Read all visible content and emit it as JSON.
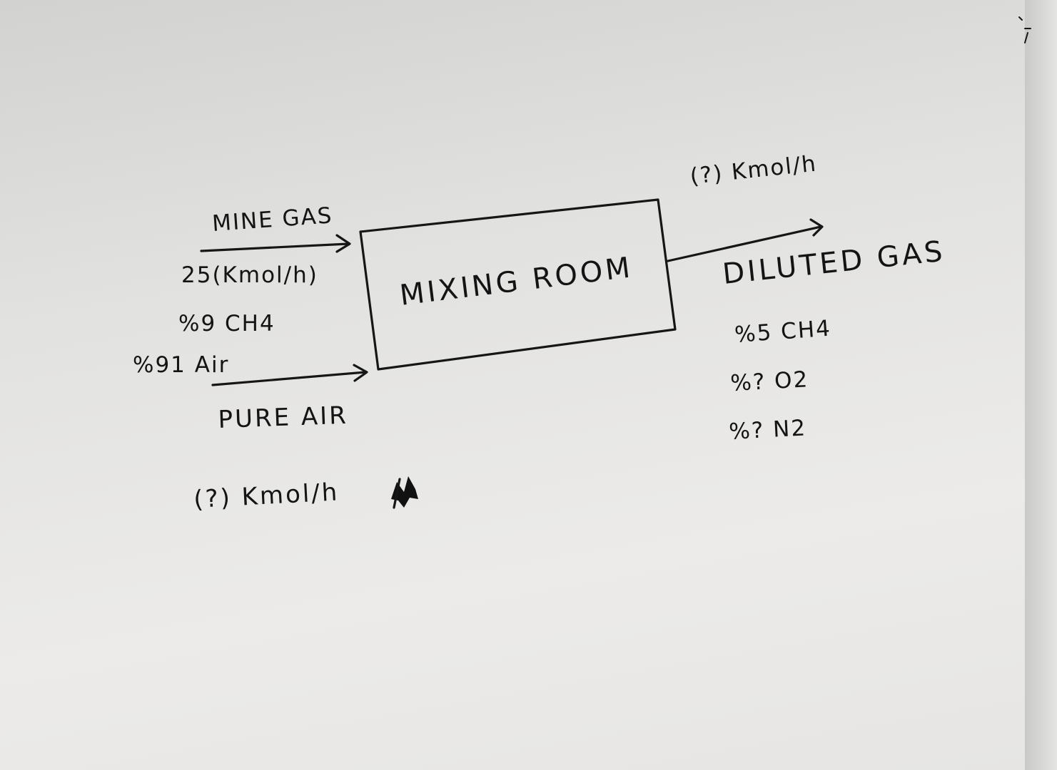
{
  "diagram": {
    "process_box": "MIXING ROOM",
    "mine_gas": {
      "label": "MINE GAS",
      "flow": "25(Kmol/h)",
      "ch4": "%9 CH4",
      "air": "%91 Air"
    },
    "pure_air": {
      "label": "PURE AIR",
      "flow": "(?) Kmol/h"
    },
    "diluted_gas": {
      "flow": "(?) Kmol/h",
      "label": "DILUTED GAS",
      "ch4": "%5 CH4",
      "o2": "%? O2",
      "n2": "%? N2"
    }
  },
  "colors": {
    "paper": "#e4e4e2",
    "ink": "#161616"
  }
}
